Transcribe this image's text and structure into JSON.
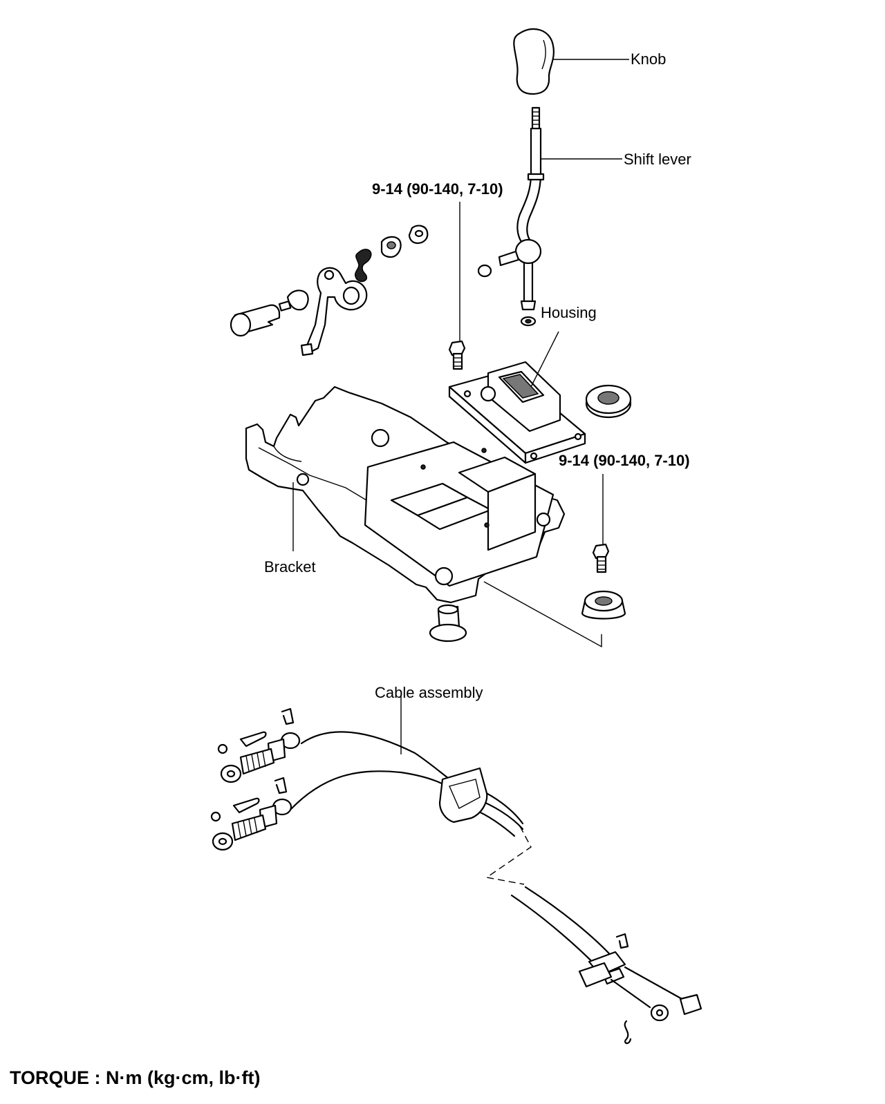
{
  "labels": {
    "knob": "Knob",
    "shift_lever": "Shift lever",
    "torque_upper": "9-14 (90-140, 7-10)",
    "housing": "Housing",
    "torque_lower": "9-14 (90-140, 7-10)",
    "bracket": "Bracket",
    "cable_assembly": "Cable assembly"
  },
  "footer": {
    "torque_units": "TORQUE : N·m (kg·cm, lb·ft)"
  }
}
